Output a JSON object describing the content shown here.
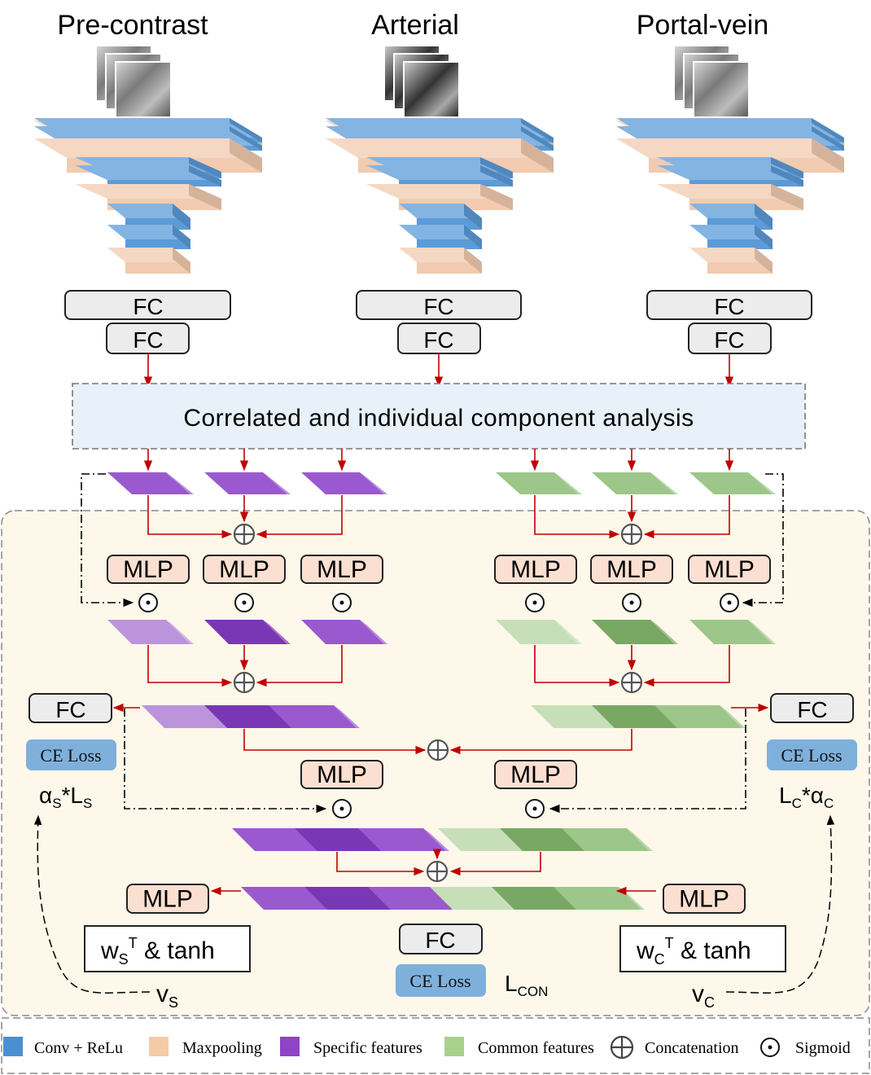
{
  "branches": [
    {
      "title": "Pre-contrast",
      "fc1": "FC",
      "fc2": "FC"
    },
    {
      "title": "Arterial",
      "fc1": "FC",
      "fc2": "FC"
    },
    {
      "title": "Portal-vein",
      "fc1": "FC",
      "fc2": "FC"
    }
  ],
  "cica_label": "Correlated and individual component analysis",
  "mlp_label": "MLP",
  "fc_label": "FC",
  "ce_loss_label": "CE Loss",
  "specific_loss": {
    "alpha": "α",
    "alpha_sub": "S",
    "star": "*L",
    "l_sub": "S"
  },
  "common_loss": {
    "l": "L",
    "l_sub": "C",
    "star": "*α",
    "alpha_sub": "C"
  },
  "specific_weight": {
    "w": "w",
    "sub": "S",
    "sup": "T",
    "rest": " & tanh"
  },
  "common_weight": {
    "w": "w",
    "sub": "C",
    "sup": "T",
    "rest": " & tanh"
  },
  "v_s": {
    "v": "v",
    "sub": "S"
  },
  "v_c": {
    "v": "v",
    "sub": "C"
  },
  "l_con": {
    "l": "L",
    "sub": "CON"
  },
  "legend": [
    {
      "label": "Conv + ReLu",
      "color": "#4a90d0"
    },
    {
      "label": "Maxpooling",
      "color": "#f5cba7"
    },
    {
      "label": "Specific features",
      "color": "#8e44c6"
    },
    {
      "label": "Common features",
      "color": "#a9d18e"
    },
    {
      "label": "Concatenation",
      "symbol": "⊕"
    },
    {
      "label": "Sigmoid",
      "symbol": "⊙"
    }
  ],
  "colors": {
    "arrow": "#c00000",
    "panel_bg": "#fdf8ea",
    "cica_bg": "#e8f1fa"
  }
}
